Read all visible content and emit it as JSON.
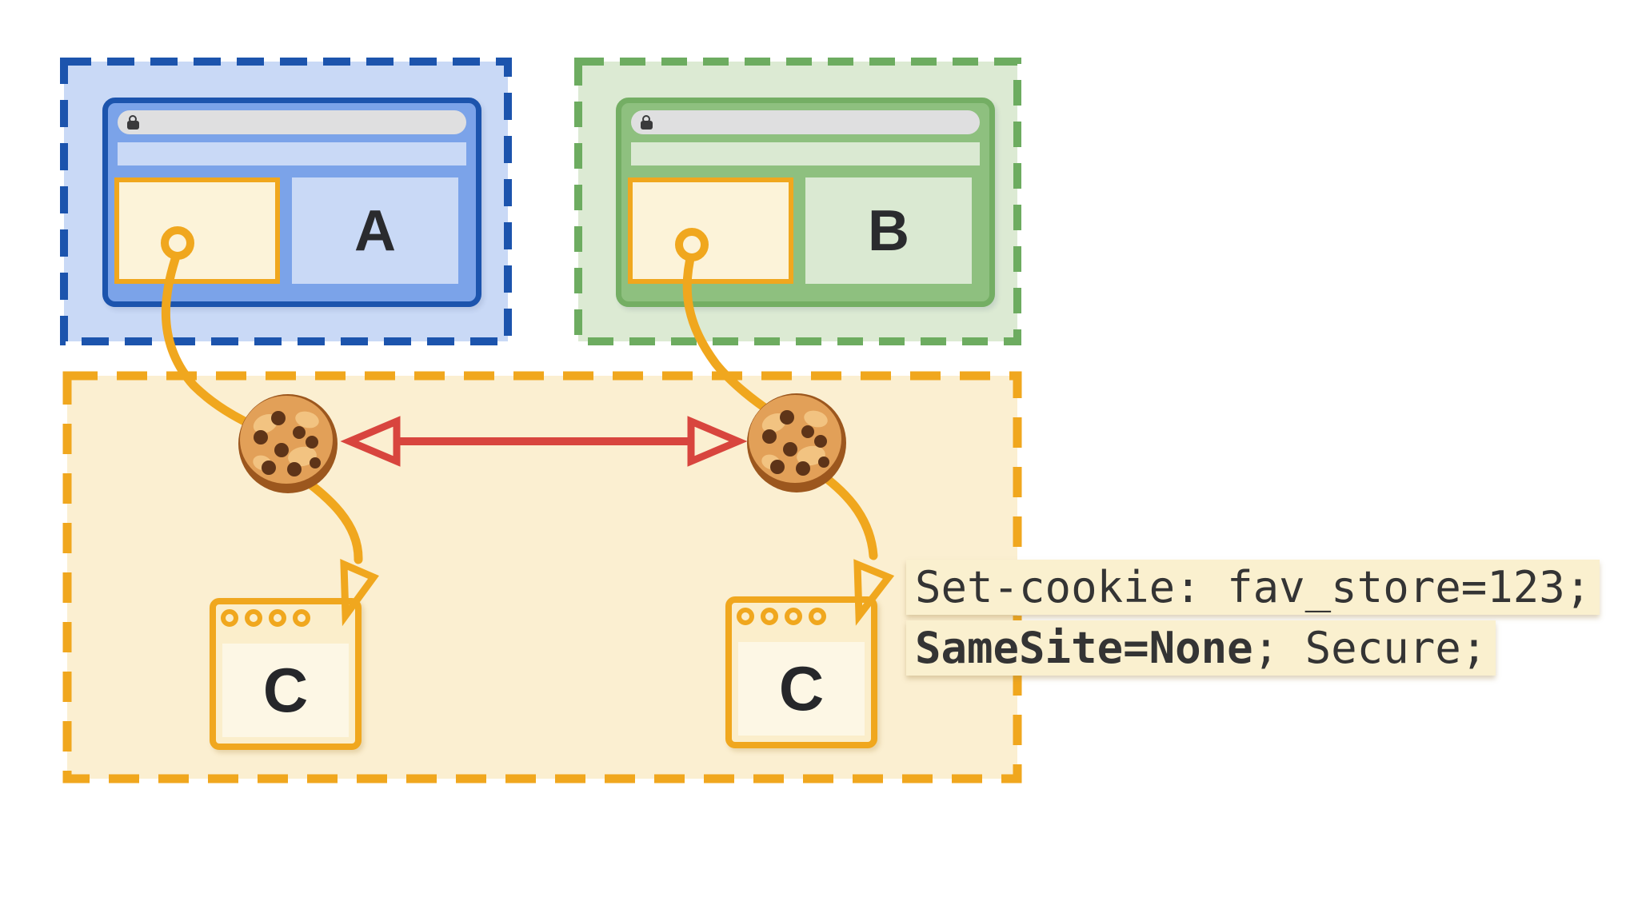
{
  "sites": {
    "a": {
      "label": "A"
    },
    "b": {
      "label": "B"
    },
    "c_left": {
      "label": "C"
    },
    "c_right": {
      "label": "C"
    }
  },
  "annotation": {
    "line1": "Set-cookie: fav_store=123;",
    "line2_bold": "SameSite=None",
    "line2_rest": "; Secure;"
  },
  "icons": {
    "address_bar": "lock-icon",
    "cookie_left": "cookie-icon",
    "cookie_right": "cookie-icon",
    "sync_arrow": "double-headed-arrow-icon",
    "flow_arrows": "curved-arrow-icon"
  },
  "colors": {
    "site_a_fill": "#C9D9F6",
    "site_a_border": "#1C54AD",
    "site_a_browser": "#7BA3E9",
    "site_b_fill": "#DCEAD3",
    "site_b_border": "#6DAC60",
    "site_b_browser": "#8EC07F",
    "third_party_fill": "#FBEFD1",
    "accent_orange": "#F0A71E",
    "iframe_fill": "#FCF3D9",
    "address_bar_gray": "#DFDFE0",
    "sync_arrow_red": "#D8453E",
    "annotation_bg": "#FAF0CF",
    "letter_color": "#2A2B2E",
    "cookie_body": "#E2A058",
    "cookie_chip": "#5E3418"
  }
}
